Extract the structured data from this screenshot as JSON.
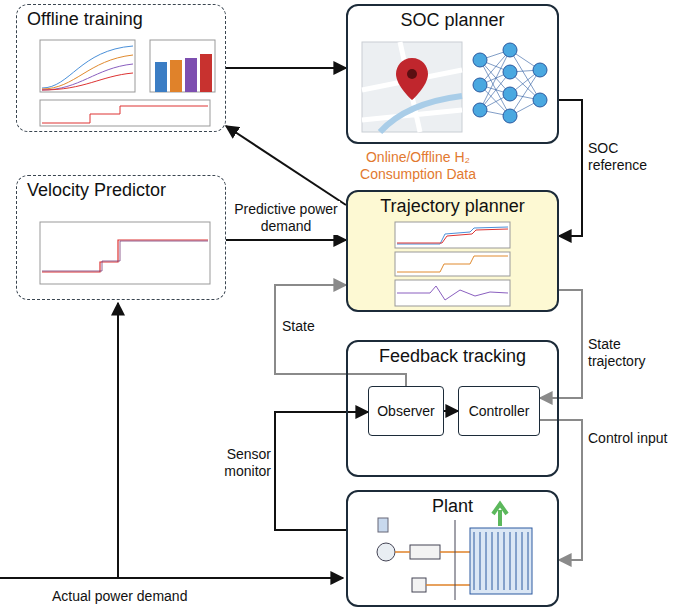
{
  "diagram": {
    "nodes": [
      {
        "text": [
          "Offline training"
        ]
      },
      {
        "text": [
          "SOC planner"
        ]
      },
      {
        "text": [
          "Velocity Predictor"
        ]
      },
      {
        "text": [
          "Trajectory planner"
        ]
      },
      {
        "text": [
          "Feedback tracking"
        ]
      },
      {
        "text": [
          "Observer"
        ],
        "in": 4
      },
      {
        "text": [
          "Controller"
        ],
        "in": 4
      },
      {
        "text": [
          "Plant"
        ]
      }
    ],
    "edges": [
      {
        "from": 0,
        "to": 1,
        "arrow": "to"
      },
      {
        "from": 1,
        "to": 3,
        "label": "SOC reference",
        "arrow": "to"
      },
      {
        "from": 2,
        "to": 3,
        "label": "Predictive power demand",
        "arrow": "to"
      },
      {
        "from": 3,
        "to": 0,
        "label": "Online/Offline H₂ Consumption Data",
        "arrow": "to"
      },
      {
        "from": 3,
        "to": 6,
        "label": "State trajectory",
        "arrow": "to"
      },
      {
        "from": 5,
        "to": 3,
        "label": "State",
        "arrow": "to"
      },
      {
        "from": 5,
        "to": 6,
        "arrow": "to"
      },
      {
        "from": 6,
        "to": 7,
        "label": "Control input",
        "arrow": "to"
      },
      {
        "from": 7,
        "to": 5,
        "label": "Sensor monitor",
        "arrow": "to"
      }
    ],
    "labels": [
      "Actual power demand"
    ]
  }
}
